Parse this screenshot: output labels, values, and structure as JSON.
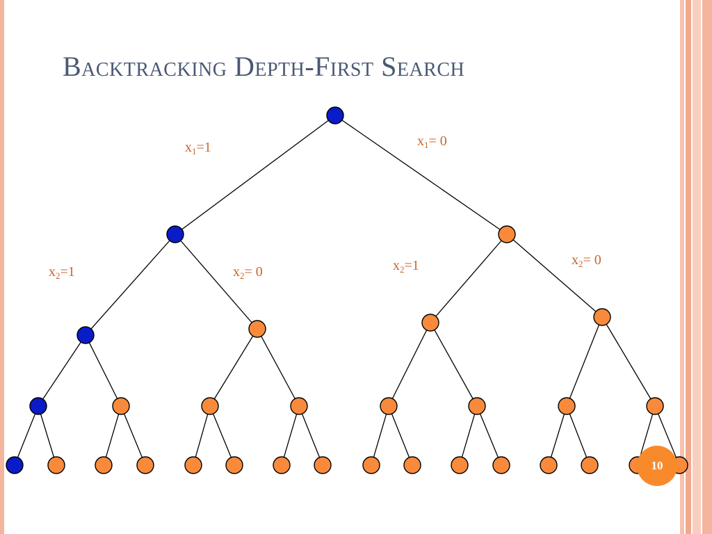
{
  "slide": {
    "title": "Backtracking Depth-First Search",
    "page_number": "10"
  },
  "colors": {
    "visited_node": "#0a1bc8",
    "unvisited_node": "#f98a3c",
    "edge": "#000000",
    "label": "#c8662a",
    "title": "#4a5874",
    "accent": "#f98a2b"
  },
  "tree": {
    "depth": 5,
    "visited_path": [
      "1",
      "1",
      "1",
      "1",
      "1"
    ],
    "edge_labels": [
      {
        "var": "x",
        "sub": "1",
        "value": "=1"
      },
      {
        "var": "x",
        "sub": "1",
        "value": "= 0"
      },
      {
        "var": "x",
        "sub": "2",
        "value": "=1"
      },
      {
        "var": "x",
        "sub": "2",
        "value": "= 0"
      },
      {
        "var": "x",
        "sub": "2",
        "value": "=1"
      },
      {
        "var": "x",
        "sub": "2",
        "value": "= 0"
      }
    ]
  }
}
